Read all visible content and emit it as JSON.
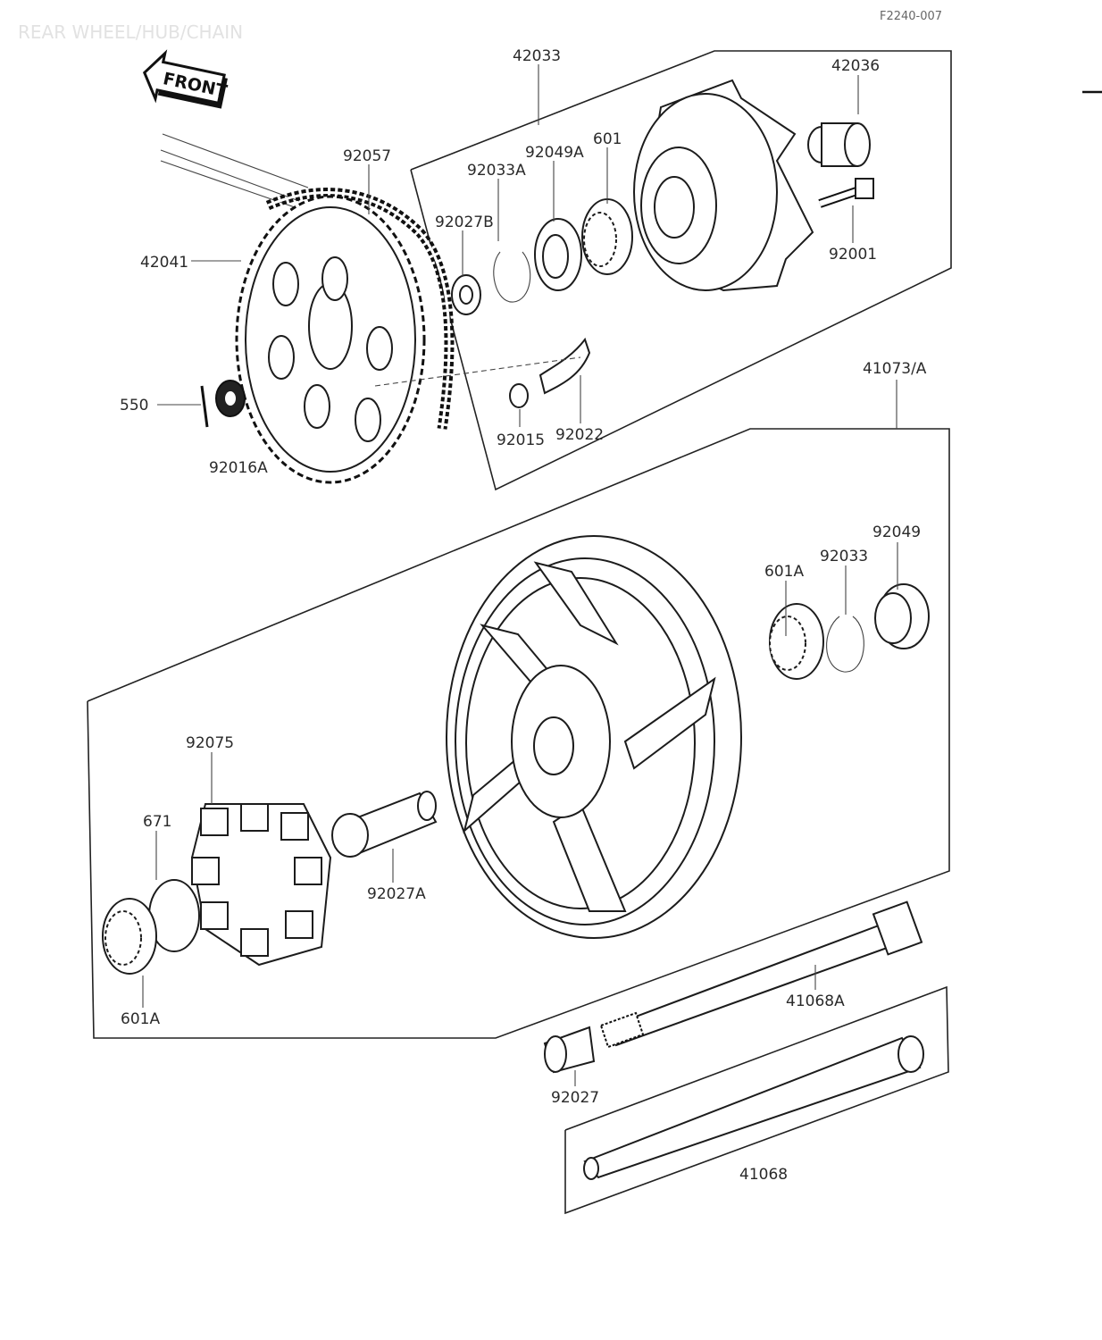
{
  "header": {
    "title": "REAR WHEEL/HUB/CHAIN",
    "ref_code": "F2240-007",
    "front_label": "FRONT"
  },
  "parts": [
    {
      "id": "42033",
      "label": "42033"
    },
    {
      "id": "42036",
      "label": "42036"
    },
    {
      "id": "92057",
      "label": "92057"
    },
    {
      "id": "92049A",
      "label": "92049A"
    },
    {
      "id": "601",
      "label": "601"
    },
    {
      "id": "92033A",
      "label": "92033A"
    },
    {
      "id": "92027B",
      "label": "92027B"
    },
    {
      "id": "42041",
      "label": "42041"
    },
    {
      "id": "92001",
      "label": "92001"
    },
    {
      "id": "550",
      "label": "550"
    },
    {
      "id": "92015",
      "label": "92015"
    },
    {
      "id": "92022",
      "label": "92022"
    },
    {
      "id": "92016A",
      "label": "92016A"
    },
    {
      "id": "41073A",
      "label": "41073/A"
    },
    {
      "id": "92049",
      "label": "92049"
    },
    {
      "id": "92033",
      "label": "92033"
    },
    {
      "id": "601A_top",
      "label": "601A"
    },
    {
      "id": "92075",
      "label": "92075"
    },
    {
      "id": "671",
      "label": "671"
    },
    {
      "id": "92027A",
      "label": "92027A"
    },
    {
      "id": "601A_bottom",
      "label": "601A"
    },
    {
      "id": "41068A",
      "label": "41068A"
    },
    {
      "id": "92027",
      "label": "92027"
    },
    {
      "id": "41068",
      "label": "41068"
    }
  ]
}
